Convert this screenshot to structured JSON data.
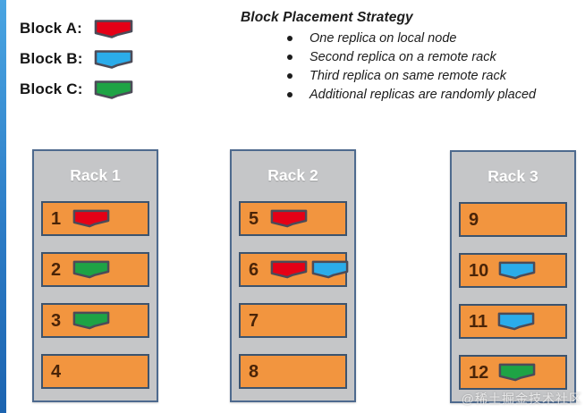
{
  "colors": {
    "block_border": "#4c4b58",
    "node_orange": "#f2953f",
    "node_border": "#3c536e",
    "rack_gray": "#c5c6c8",
    "rack_border": "#4e6a8e",
    "number_brown": "#4a2408",
    "stripe_top": "#4aa5e2",
    "stripe_bottom": "#1c64b0"
  },
  "block_colors": {
    "A": "#e50016",
    "B": "#2bacea",
    "C": "#1ea345"
  },
  "legend": {
    "items": [
      {
        "label": "Block A:",
        "block": "A"
      },
      {
        "label": "Block B:",
        "block": "B"
      },
      {
        "label": "Block C:",
        "block": "C"
      }
    ]
  },
  "strategy": {
    "title": "Block Placement Strategy",
    "bullets": [
      "One replica on local node",
      "Second replica on a remote rack",
      "Third replica on same remote rack",
      "Additional replicas are randomly placed"
    ]
  },
  "racks": [
    {
      "name": "Rack 1",
      "nodes": [
        {
          "number": "1",
          "blocks": [
            "A"
          ]
        },
        {
          "number": "2",
          "blocks": [
            "C"
          ]
        },
        {
          "number": "3",
          "blocks": [
            "C"
          ]
        },
        {
          "number": "4",
          "blocks": []
        }
      ]
    },
    {
      "name": "Rack 2",
      "nodes": [
        {
          "number": "5",
          "blocks": [
            "A"
          ]
        },
        {
          "number": "6",
          "blocks": [
            "A",
            "B"
          ]
        },
        {
          "number": "7",
          "blocks": []
        },
        {
          "number": "8",
          "blocks": []
        }
      ]
    },
    {
      "name": "Rack 3",
      "nodes": [
        {
          "number": "9",
          "blocks": []
        },
        {
          "number": "10",
          "blocks": [
            "B"
          ]
        },
        {
          "number": "11",
          "blocks": [
            "B"
          ]
        },
        {
          "number": "12",
          "blocks": [
            "C"
          ]
        }
      ]
    }
  ],
  "watermark": "@稀土掘金技术社区"
}
